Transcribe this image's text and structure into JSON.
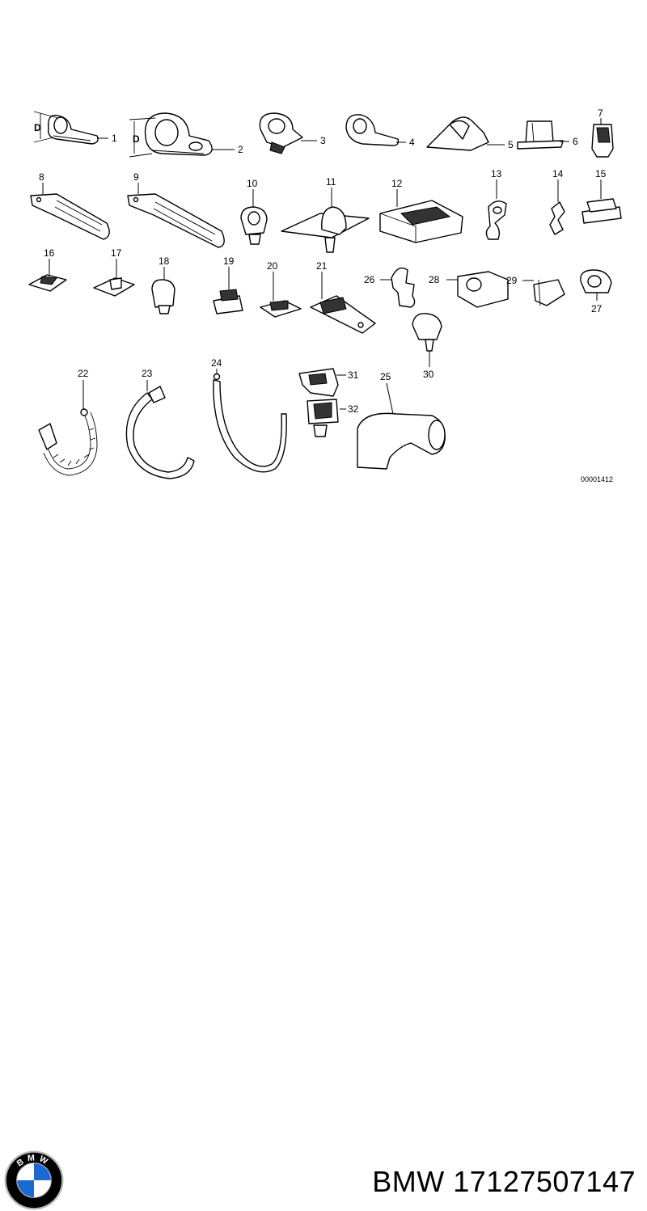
{
  "diagram": {
    "callouts": [
      {
        "id": "c1",
        "label": "1"
      },
      {
        "id": "c2",
        "label": "2"
      },
      {
        "id": "c3",
        "label": "3"
      },
      {
        "id": "c4",
        "label": "4"
      },
      {
        "id": "c5",
        "label": "5"
      },
      {
        "id": "c6",
        "label": "6"
      },
      {
        "id": "c7",
        "label": "7"
      },
      {
        "id": "c8",
        "label": "8"
      },
      {
        "id": "c9",
        "label": "9"
      },
      {
        "id": "c10",
        "label": "10"
      },
      {
        "id": "c11",
        "label": "11"
      },
      {
        "id": "c12",
        "label": "12"
      },
      {
        "id": "c13",
        "label": "13"
      },
      {
        "id": "c14",
        "label": "14"
      },
      {
        "id": "c15",
        "label": "15"
      },
      {
        "id": "c16",
        "label": "16"
      },
      {
        "id": "c17",
        "label": "17"
      },
      {
        "id": "c18",
        "label": "18"
      },
      {
        "id": "c19",
        "label": "19"
      },
      {
        "id": "c20",
        "label": "20"
      },
      {
        "id": "c21",
        "label": "21"
      },
      {
        "id": "c22",
        "label": "22"
      },
      {
        "id": "c23",
        "label": "23"
      },
      {
        "id": "c24",
        "label": "24"
      },
      {
        "id": "c25",
        "label": "25"
      },
      {
        "id": "c26",
        "label": "26"
      },
      {
        "id": "c27",
        "label": "27"
      },
      {
        "id": "c28",
        "label": "28"
      },
      {
        "id": "c29",
        "label": "29"
      },
      {
        "id": "c30",
        "label": "30"
      },
      {
        "id": "c31",
        "label": "31"
      },
      {
        "id": "c32",
        "label": "32"
      }
    ],
    "dimension_label": "D",
    "drawing_number": "00001412"
  },
  "footer": {
    "brand": "BMW",
    "part_number": "17127507147",
    "logo_text": "BMW",
    "logo_colors": {
      "blue": "#1c69d4",
      "white": "#ffffff",
      "ring": "#000000",
      "silver": "#b8b8b8"
    }
  }
}
